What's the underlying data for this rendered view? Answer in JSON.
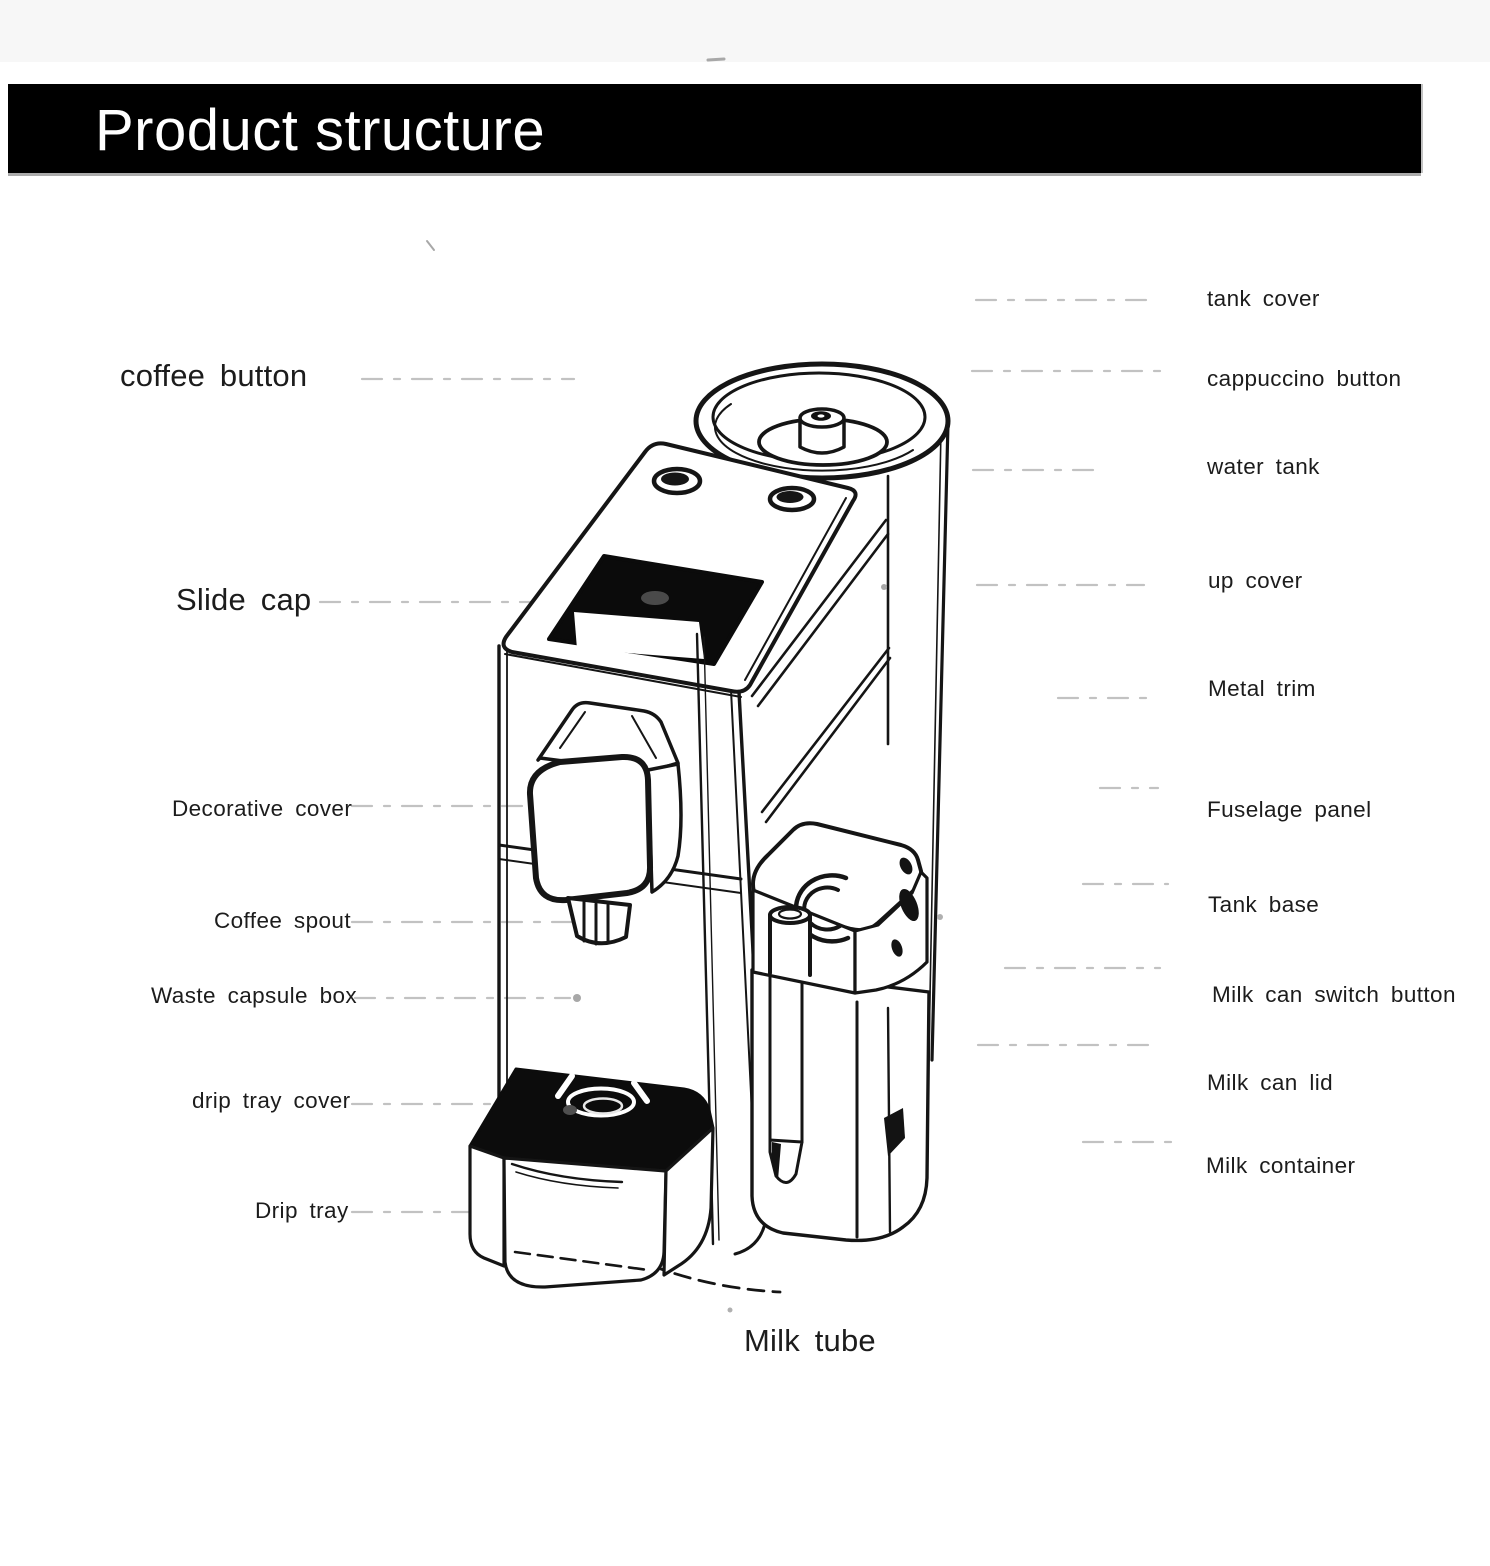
{
  "header": {
    "title": "Product structure"
  },
  "figure": {
    "subject": "capsule coffee machine with milk container, isometric line drawing",
    "left_labels": [
      "coffee button",
      "Slide cap",
      "Decorative cover",
      "Coffee spout",
      "Waste capsule box",
      "drip tray cover",
      "Drip tray"
    ],
    "right_labels": [
      "tank cover",
      "cappuccino button",
      "water tank",
      "up cover",
      "Metal trim",
      "Fuselage panel",
      "Tank base",
      "Milk can switch button",
      "Milk can lid",
      "Milk container"
    ],
    "bottom_label": "Milk tube"
  },
  "colors": {
    "header_bg": "#000000",
    "header_text": "#ffffff",
    "line": "#151515",
    "dark_fill": "#0c0c0c",
    "leader": "#c2c2c2",
    "paper": "#ffffff"
  }
}
